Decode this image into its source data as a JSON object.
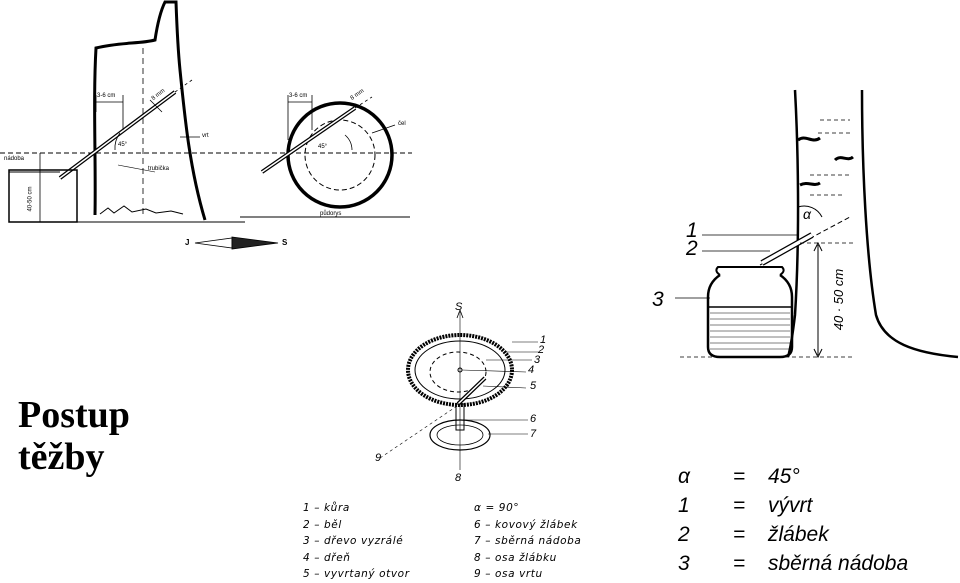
{
  "title": {
    "line1": "Postup",
    "line2": "těžby"
  },
  "diagram1": {
    "labels": {
      "bark_dist": "3-6 cm",
      "drill_diam": "8 mm",
      "vrt": "vrt",
      "angle": "45°",
      "nadoba": "nádoba",
      "trubicka": "trubička",
      "height": "40-50 cm",
      "cel": "čel",
      "pudorys": "půdorys",
      "south": "S",
      "north": "J"
    }
  },
  "diagram2": {
    "labels": {
      "s": "S",
      "n1": "1",
      "n2": "2",
      "n3": "3",
      "n4": "4",
      "n5": "5",
      "n6": "6",
      "n7": "7",
      "n8": "8",
      "n9": "9"
    },
    "legend_left": [
      "1 – kůra",
      "2 – běl",
      "3 – dřevo vyzrálé",
      "4 – dřeň",
      "5 – vyvrtaný otvor"
    ],
    "legend_right": [
      "α = 90°",
      "6 – kovový žlábek",
      "7 – sběrná nádoba",
      "8 – osa žlábku",
      "9 – osa vrtu"
    ]
  },
  "diagram3": {
    "labels": {
      "n1": "1",
      "n2": "2",
      "n3": "3",
      "height": "40 · 50 cm",
      "alpha": "α"
    },
    "legend": [
      {
        "symbol": "α",
        "value": "45°"
      },
      {
        "symbol": "1",
        "value": "vývrt"
      },
      {
        "symbol": "2",
        "value": "žlábek"
      },
      {
        "symbol": "3",
        "value": "sběrná nádoba"
      }
    ]
  }
}
